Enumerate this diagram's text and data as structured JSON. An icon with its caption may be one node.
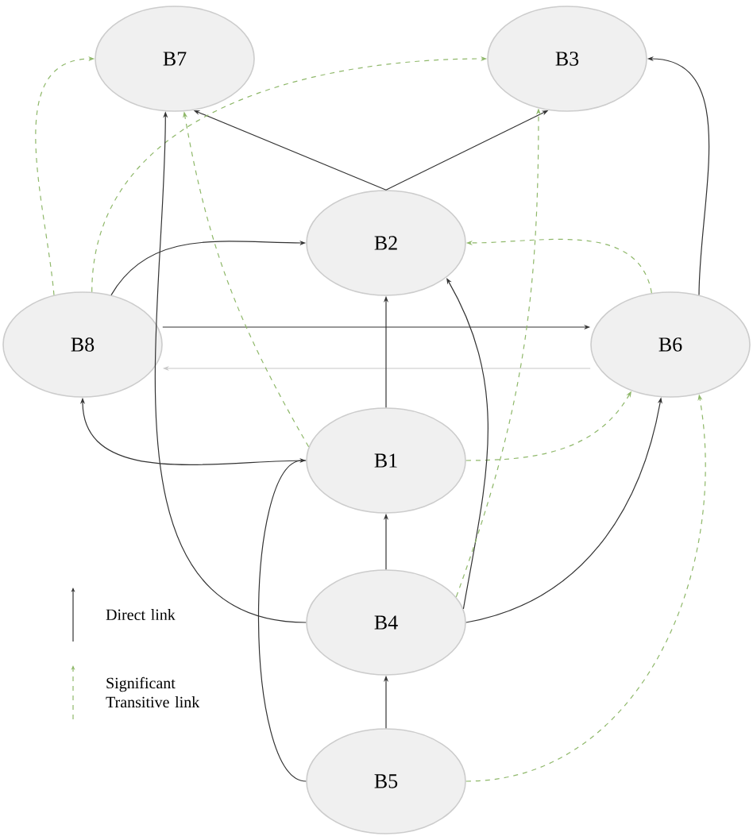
{
  "diagram": {
    "nodes": [
      {
        "text": [
          "B7"
        ]
      },
      {
        "text": [
          "B3"
        ]
      },
      {
        "text": [
          "B2"
        ]
      },
      {
        "text": [
          "B8"
        ]
      },
      {
        "text": [
          "B6"
        ]
      },
      {
        "text": [
          "B1"
        ]
      },
      {
        "text": [
          "B4"
        ]
      },
      {
        "text": [
          "B5"
        ]
      }
    ],
    "edges": [
      {
        "from": 2,
        "to": 0,
        "arrow": "to"
      },
      {
        "from": 2,
        "to": 1,
        "arrow": "to"
      },
      {
        "from": 3,
        "to": 2,
        "arrow": "to"
      },
      {
        "from": 3,
        "to": 1,
        "arrow": "to",
        "style": "dashed",
        "color": "#8fb86a"
      },
      {
        "from": 3,
        "to": 0,
        "arrow": "to",
        "style": "dashed",
        "color": "#8fb86a"
      },
      {
        "from": 3,
        "to": 4,
        "arrow": "to"
      },
      {
        "from": 4,
        "to": 3,
        "arrow": "to",
        "color": "#c8c8c8"
      },
      {
        "from": 4,
        "to": 2,
        "arrow": "to",
        "style": "dashed",
        "color": "#8fb86a"
      },
      {
        "from": 4,
        "to": 1,
        "arrow": "to"
      },
      {
        "from": 5,
        "to": 2,
        "arrow": "to"
      },
      {
        "from": 5,
        "to": 3,
        "arrow": "to"
      },
      {
        "from": 5,
        "to": 4,
        "arrow": "to",
        "style": "dashed",
        "color": "#8fb86a"
      },
      {
        "from": 5,
        "to": 0,
        "arrow": "to",
        "style": "dashed",
        "color": "#8fb86a"
      },
      {
        "from": 6,
        "to": 0,
        "arrow": "to"
      },
      {
        "from": 6,
        "to": 2,
        "arrow": "to"
      },
      {
        "from": 6,
        "to": 4,
        "arrow": "to"
      },
      {
        "from": 6,
        "to": 5,
        "arrow": "to"
      },
      {
        "from": 7,
        "to": 6,
        "arrow": "to"
      },
      {
        "from": 7,
        "to": 5,
        "arrow": "to"
      },
      {
        "from": 7,
        "to": 4,
        "arrow": "to",
        "style": "dashed",
        "color": "#8fb86a"
      },
      {
        "from": 6,
        "to": 1,
        "arrow": "to",
        "style": "dashed",
        "color": "#8fb86a"
      }
    ],
    "legend": [
      {
        "text": "Direct link"
      },
      {
        "text": "Significant Transitive link"
      }
    ]
  }
}
